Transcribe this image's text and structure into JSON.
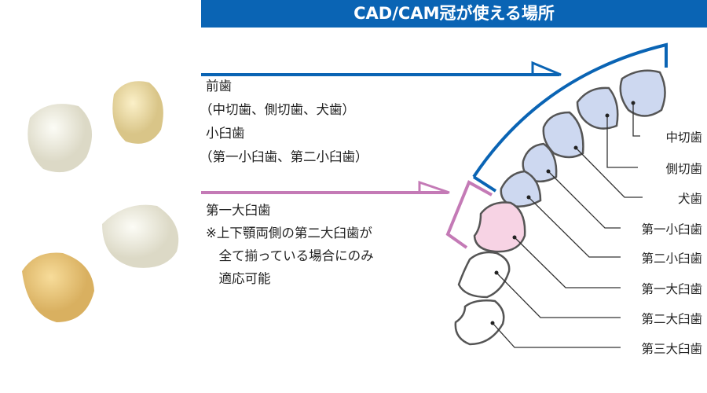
{
  "header": {
    "title": "CAD/CAM冠が使える場所"
  },
  "anterior": {
    "lines": [
      "前歯",
      "（中切歯、側切歯、犬歯）",
      "小臼歯",
      "（第一小臼歯、第二小臼歯）"
    ]
  },
  "molar": {
    "lines": [
      "第一大臼歯",
      "※上下顎両側の第二大臼歯が",
      "　全て揃っている場合にのみ",
      "　適応可能"
    ]
  },
  "teeth_labels": [
    "中切歯",
    "側切歯",
    "犬歯",
    "第一小臼歯",
    "第二小臼歯",
    "第一大臼歯",
    "第二大臼歯",
    "第三大臼歯"
  ],
  "colors": {
    "blue": "#0a64b4",
    "pink": "#c47ab6",
    "blue_fill": "#cdd8f0",
    "pink_fill": "#f7d3e4"
  }
}
